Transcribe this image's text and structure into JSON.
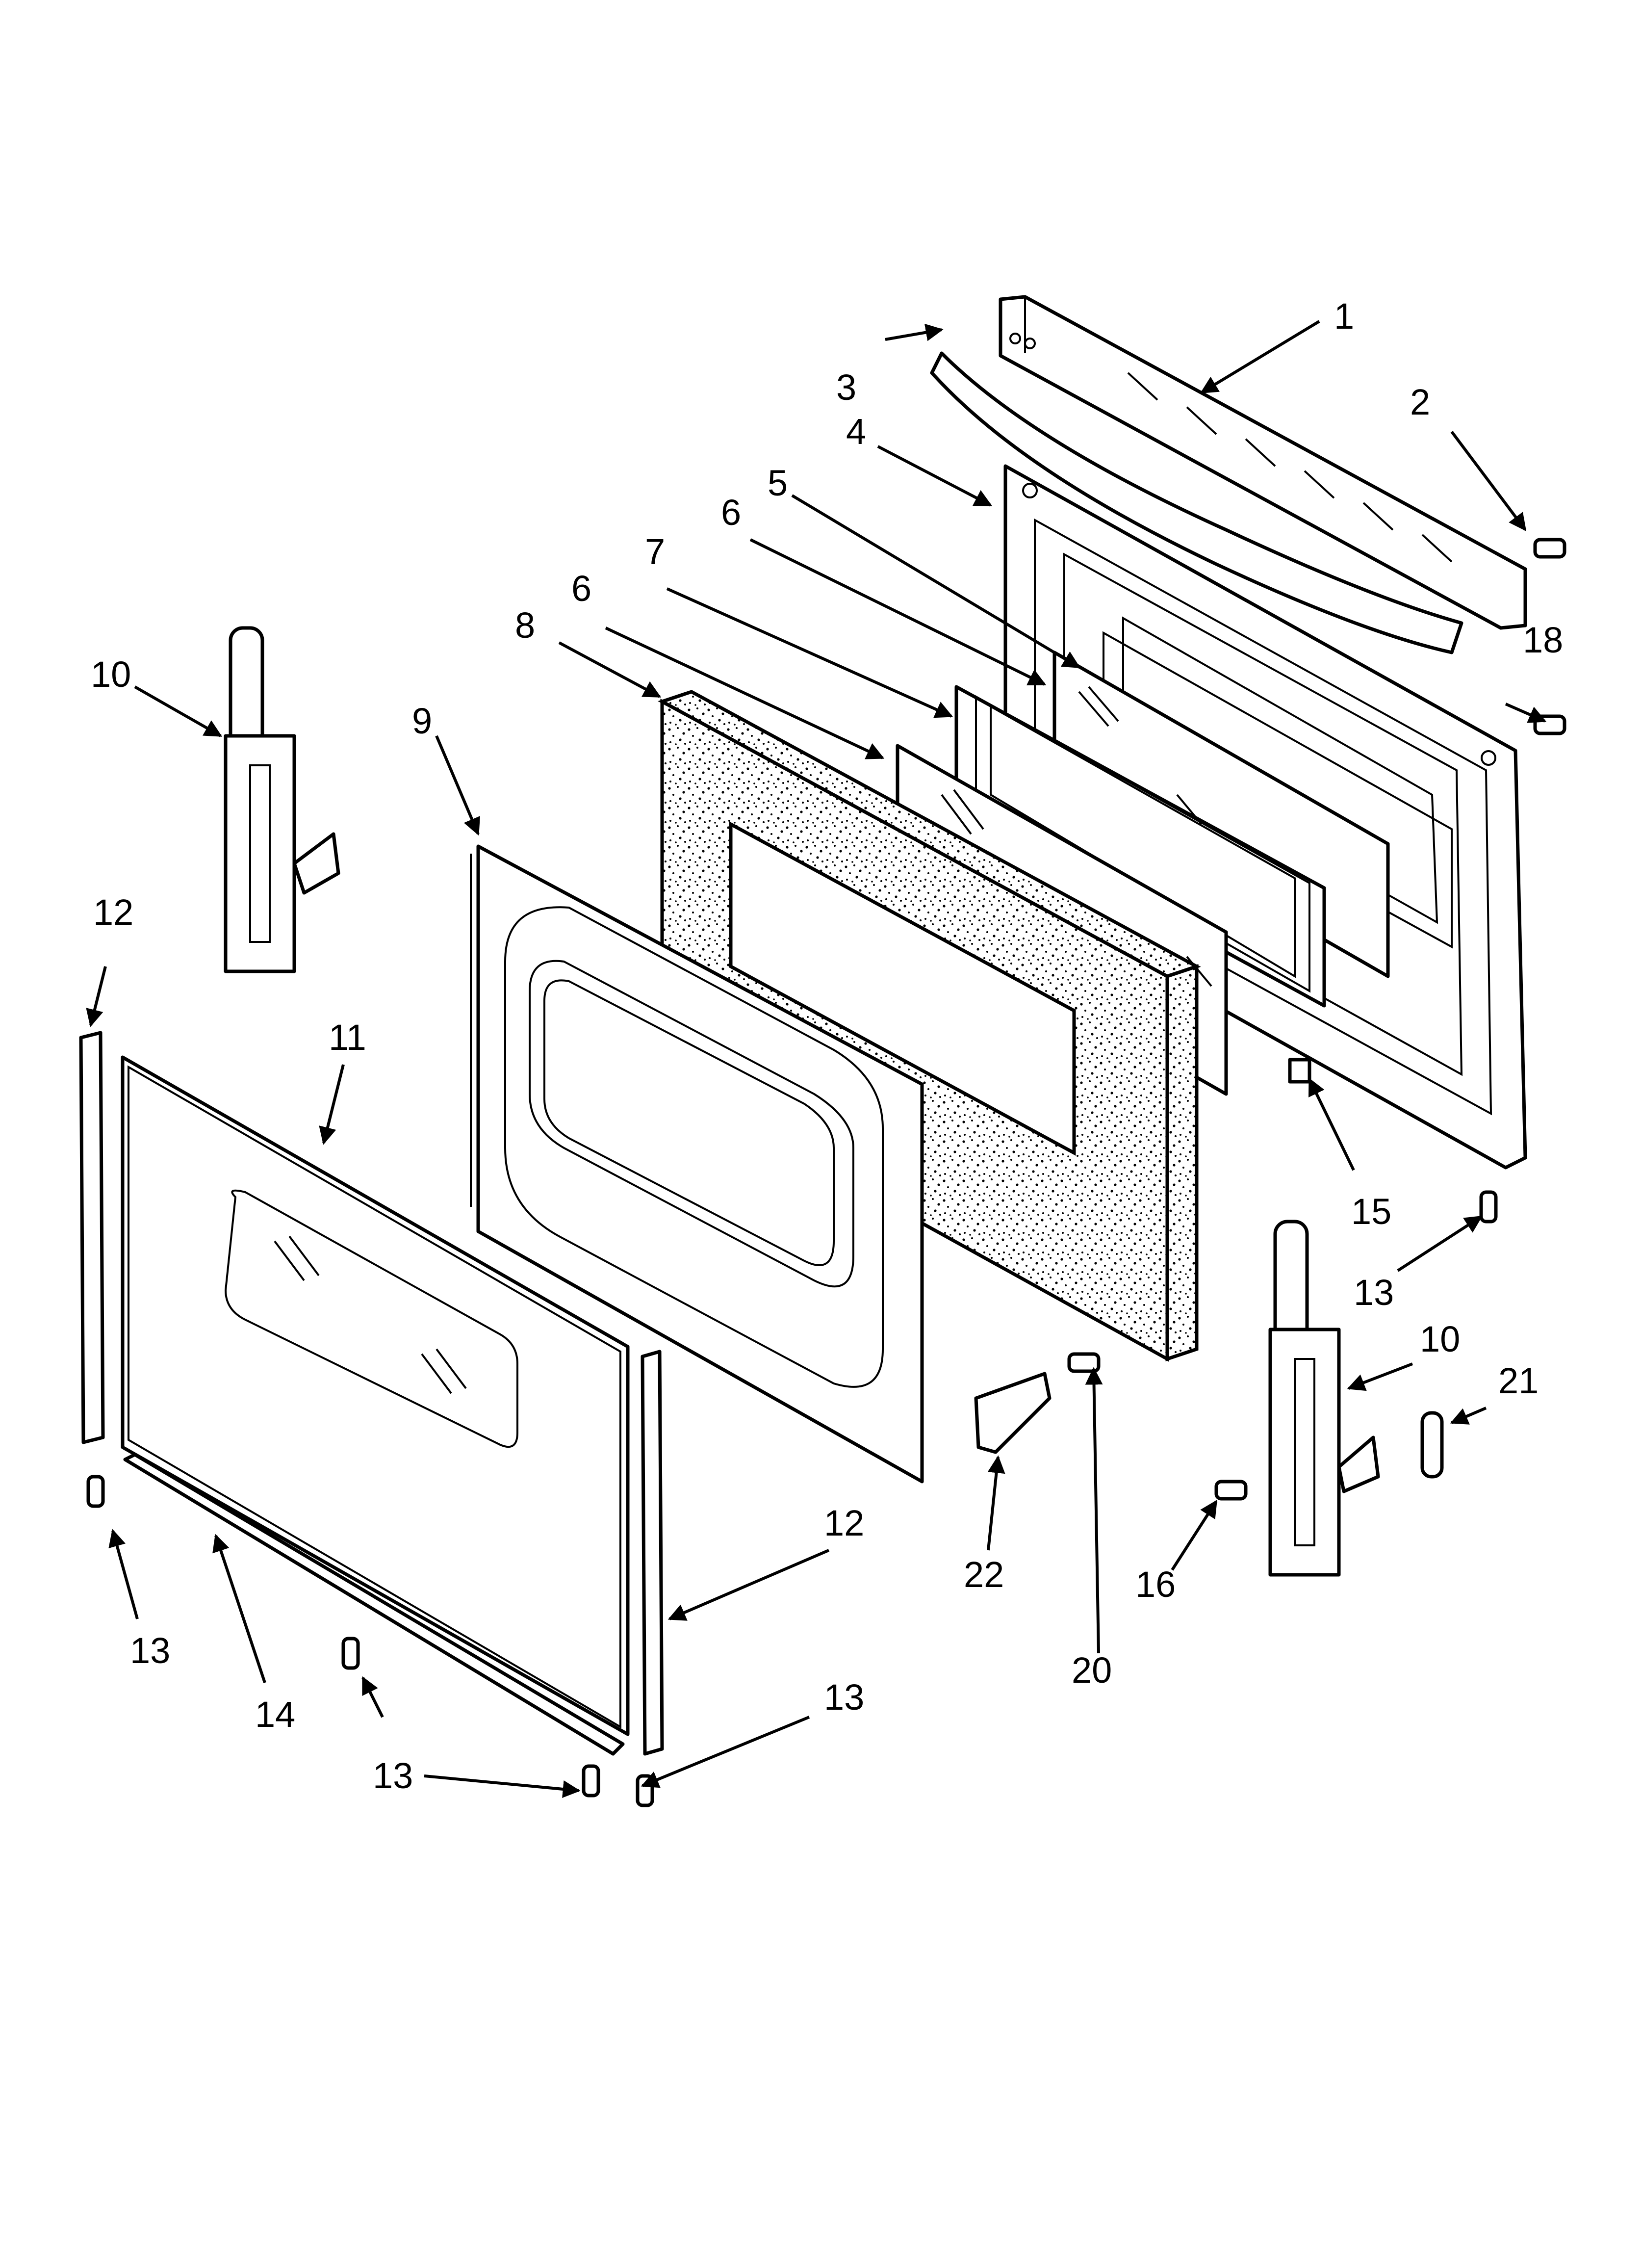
{
  "diagram": {
    "callouts": [
      {
        "id": "c1",
        "label": "1"
      },
      {
        "id": "c2",
        "label": "2"
      },
      {
        "id": "c3",
        "label": "3"
      },
      {
        "id": "c4",
        "label": "4"
      },
      {
        "id": "c5",
        "label": "5"
      },
      {
        "id": "c6a",
        "label": "6"
      },
      {
        "id": "c6b",
        "label": "6"
      },
      {
        "id": "c7",
        "label": "7"
      },
      {
        "id": "c8",
        "label": "8"
      },
      {
        "id": "c9",
        "label": "9"
      },
      {
        "id": "c10a",
        "label": "10"
      },
      {
        "id": "c10b",
        "label": "10"
      },
      {
        "id": "c11",
        "label": "11"
      },
      {
        "id": "c12a",
        "label": "12"
      },
      {
        "id": "c12b",
        "label": "12"
      },
      {
        "id": "c13a",
        "label": "13"
      },
      {
        "id": "c13b",
        "label": "13"
      },
      {
        "id": "c13c",
        "label": "13"
      },
      {
        "id": "c13d",
        "label": "13"
      },
      {
        "id": "c14",
        "label": "14"
      },
      {
        "id": "c15",
        "label": "15"
      },
      {
        "id": "c16",
        "label": "16"
      },
      {
        "id": "c18",
        "label": "18"
      },
      {
        "id": "c20",
        "label": "20"
      },
      {
        "id": "c21",
        "label": "21"
      },
      {
        "id": "c22",
        "label": "22"
      }
    ]
  }
}
